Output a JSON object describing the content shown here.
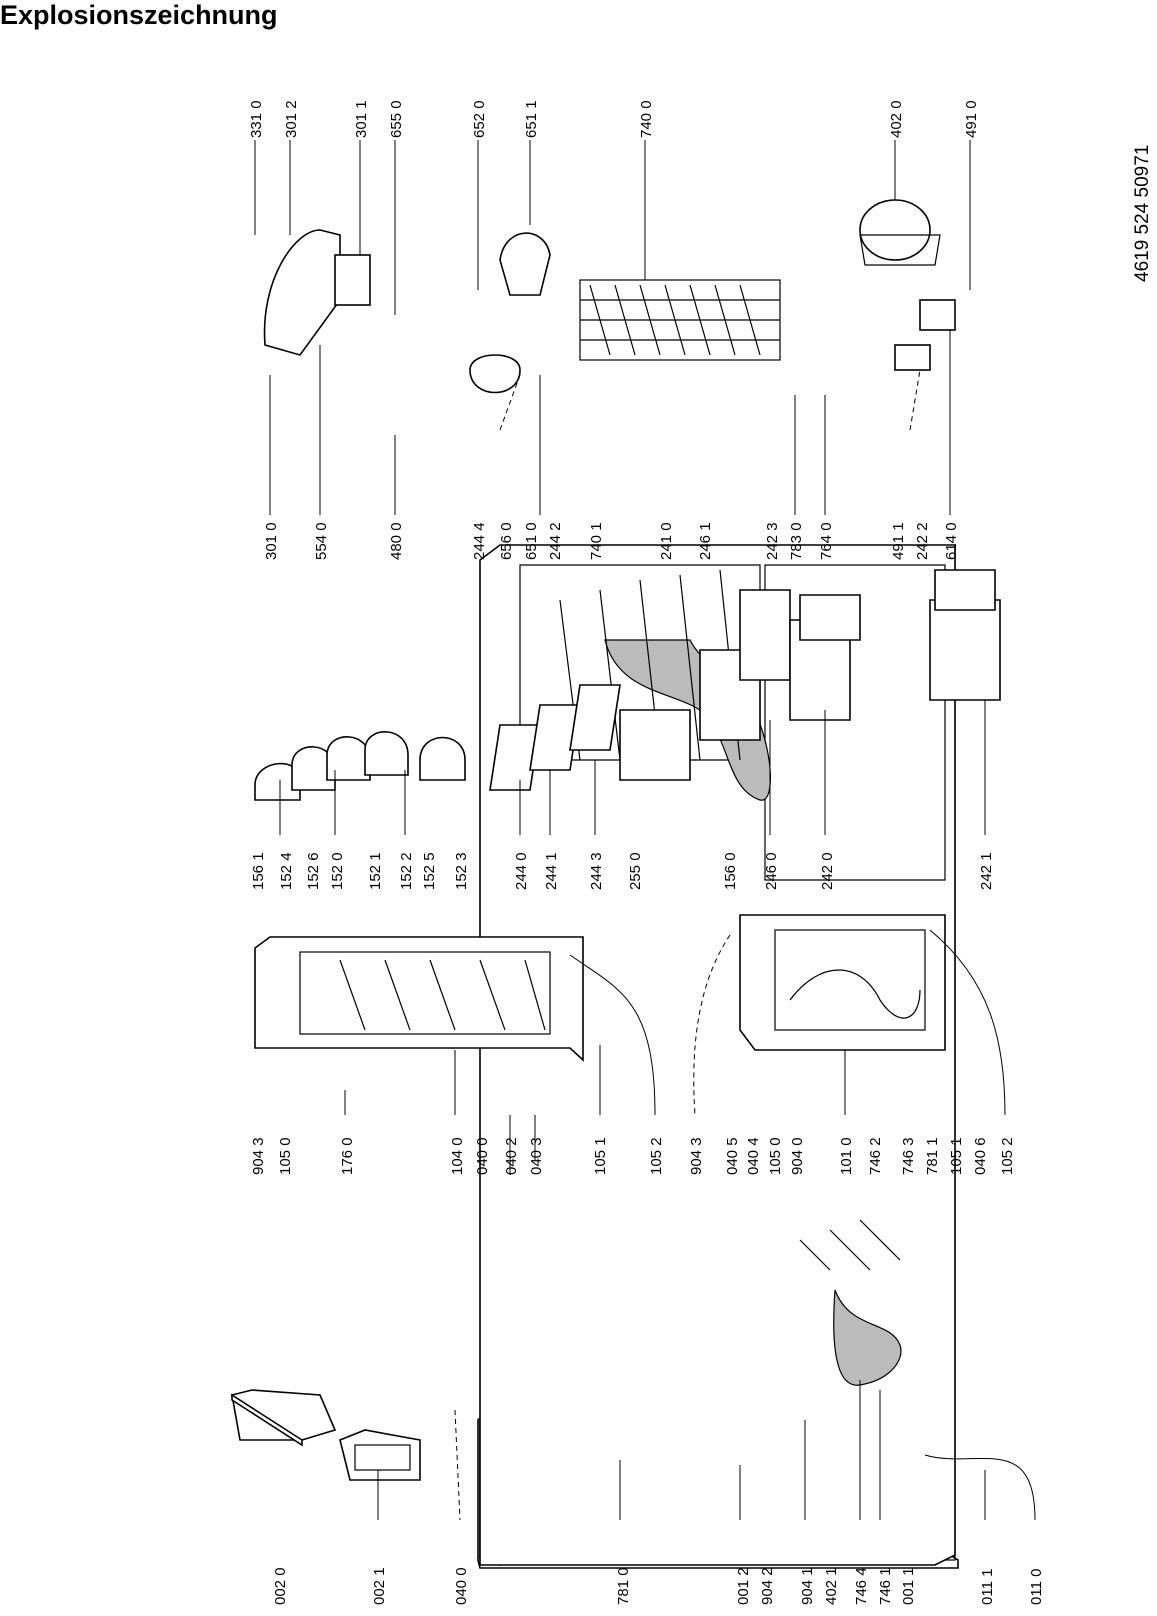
{
  "title": "Explosionszeichnung",
  "document_number": "4619 524 50971",
  "part_labels": {
    "row_bottom": [
      "002 0",
      "002 1",
      "040 0",
      "781 0",
      "001 2",
      "904 2",
      "904 1",
      "402 1",
      "746 4",
      "746 1",
      "001 1",
      "011 1",
      "011 0"
    ],
    "row_door_lower": [
      "904 3",
      "105 0",
      "176 0",
      "104 0",
      "040 0",
      "040 2",
      "040 3",
      "105 1",
      "105 2",
      "904 3",
      "040 5",
      "040 4",
      "105 0",
      "904 0",
      "101 0",
      "746 2",
      "746 3",
      "781 1",
      "105 1",
      "040 6",
      "105 2"
    ],
    "row_shelves_lower": [
      "156 1",
      "152 4",
      "152 6",
      "152 0",
      "152 1",
      "152 2",
      "152 5",
      "152 3",
      "244 0",
      "244 1",
      "244 3",
      "255 0",
      "156 0",
      "246 0",
      "242 0",
      "242 1"
    ],
    "row_shelves_upper": [
      "301 0",
      "554 0",
      "480 0",
      "244 4",
      "656 0",
      "651 0",
      "244 2",
      "740 1",
      "241 0",
      "246 1",
      "242 3",
      "783 0",
      "764 0",
      "491 1",
      "242 2",
      "614 0"
    ],
    "row_top": [
      "331 0",
      "301 2",
      "301 1",
      "655 0",
      "652 0",
      "651 1",
      "740 0",
      "402 0",
      "491 0"
    ]
  }
}
